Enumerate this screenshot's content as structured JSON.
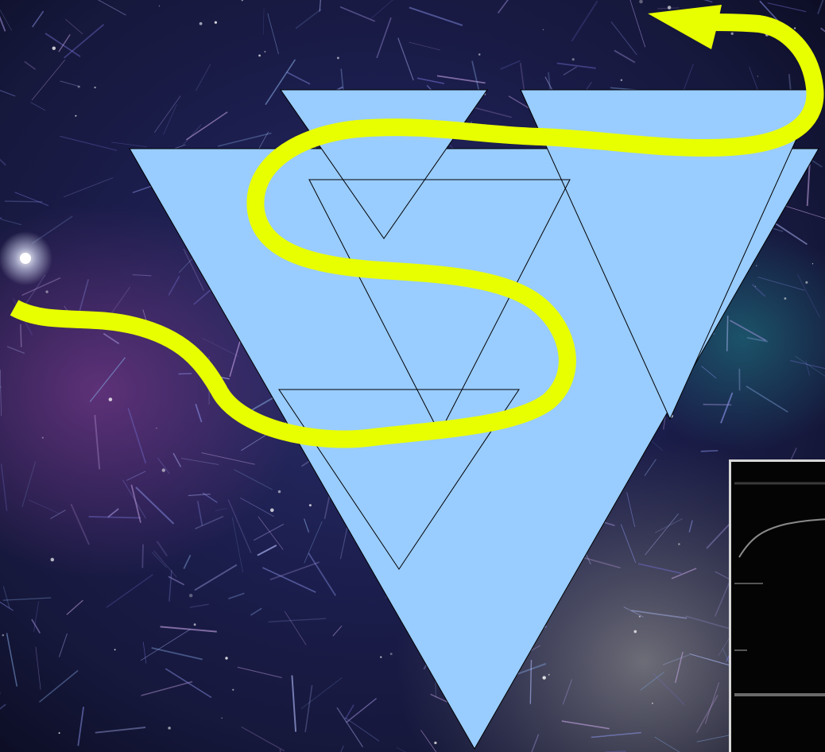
{
  "scene": {
    "background": "starry-network-texture",
    "colors": {
      "sky_base": "#141434",
      "sky_blue": "#2b2f7c",
      "sky_purple": "#5a2a6a",
      "strand": "#aab6ff",
      "triangle_fill": "#99ccff",
      "triangle_stroke": "#000000",
      "arrow_stroke": "#e8ff00",
      "inset_border": "#d7d7d7",
      "inset_bg": "#040404"
    },
    "shapes": {
      "large_triangles": 2,
      "nested_outline_triangles": 3,
      "small_triangles": 1
    },
    "arrow": {
      "icon": "curvy-arrow-icon",
      "direction": "up-left"
    },
    "inset": {
      "name": "terminal-screenshot",
      "text": ""
    }
  }
}
